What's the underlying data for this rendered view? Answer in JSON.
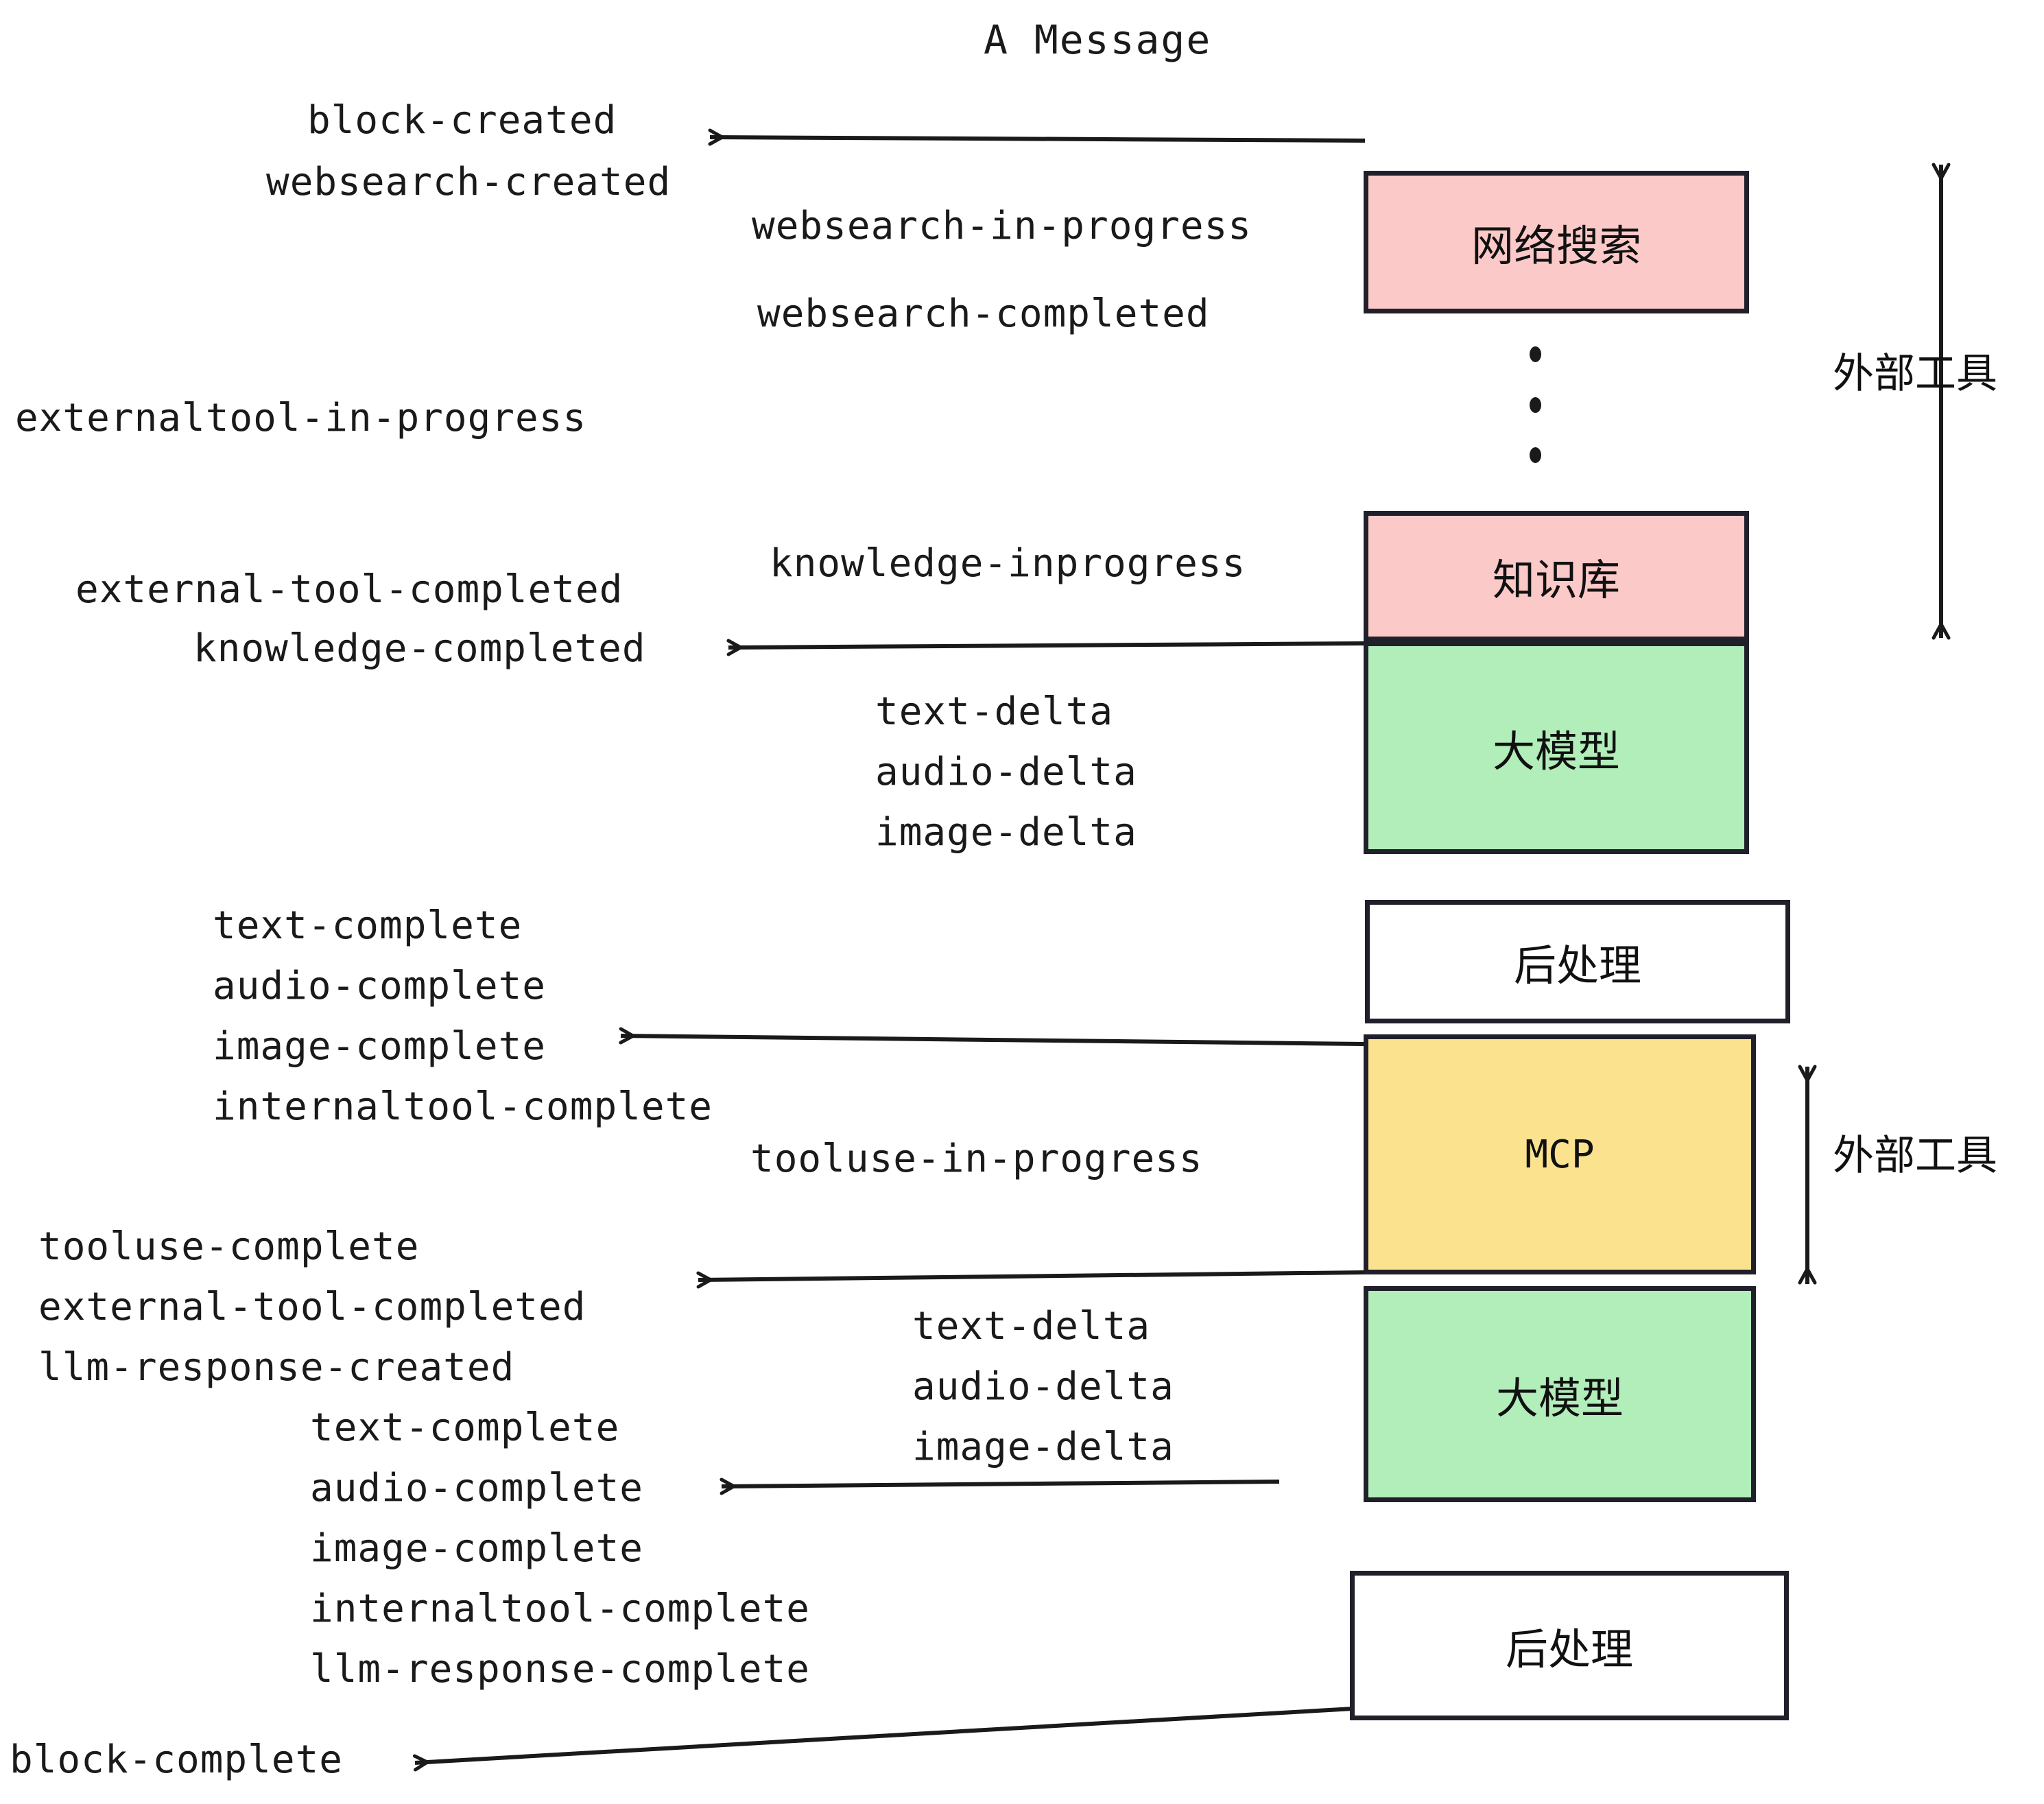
{
  "title": "A Message",
  "colors": {
    "pink": "#fcc9c9",
    "green": "#b2eeba",
    "yellow": "#fae28f",
    "white": "#ffffff",
    "stroke": "#20202a",
    "text": "#1a1a1a"
  },
  "boxes": {
    "websearch": "网络搜索",
    "knowledge": "知识库",
    "llm_top": "大模型",
    "postprocess_top": "后处理",
    "mcp": "MCP",
    "llm_bottom": "大模型",
    "postprocess_bottom": "后处理"
  },
  "side_labels": {
    "external_tool_top": "外部工具",
    "external_tool_bottom": "外部工具"
  },
  "events": {
    "block_created": "block-created",
    "websearch_created": "websearch-created",
    "websearch_in_progress": "websearch-in-progress",
    "websearch_completed": "websearch-completed",
    "externaltool_in_progress": "externaltool-in-progress",
    "knowledge_inprogress": "knowledge-inprogress",
    "external_tool_completed_1": "external-tool-completed",
    "knowledge_completed": "knowledge-completed",
    "text_delta_1": "text-delta",
    "audio_delta_1": "audio-delta",
    "image_delta_1": "image-delta",
    "text_complete_1": "text-complete",
    "audio_complete_1": "audio-complete",
    "image_complete_1": "image-complete",
    "internaltool_complete_1": "internaltool-complete",
    "tooluse_in_progress": "tooluse-in-progress",
    "tooluse_complete": "tooluse-complete",
    "external_tool_completed_2": "external-tool-completed",
    "llm_response_created": "llm-response-created",
    "text_delta_2": "text-delta",
    "audio_delta_2": "audio-delta",
    "image_delta_2": "image-delta",
    "text_complete_2": "text-complete",
    "audio_complete_2": "audio-complete",
    "image_complete_2": "image-complete",
    "internaltool_complete_2": "internaltool-complete",
    "llm_response_complete": "llm-response-complete",
    "block_complete": "block-complete"
  }
}
